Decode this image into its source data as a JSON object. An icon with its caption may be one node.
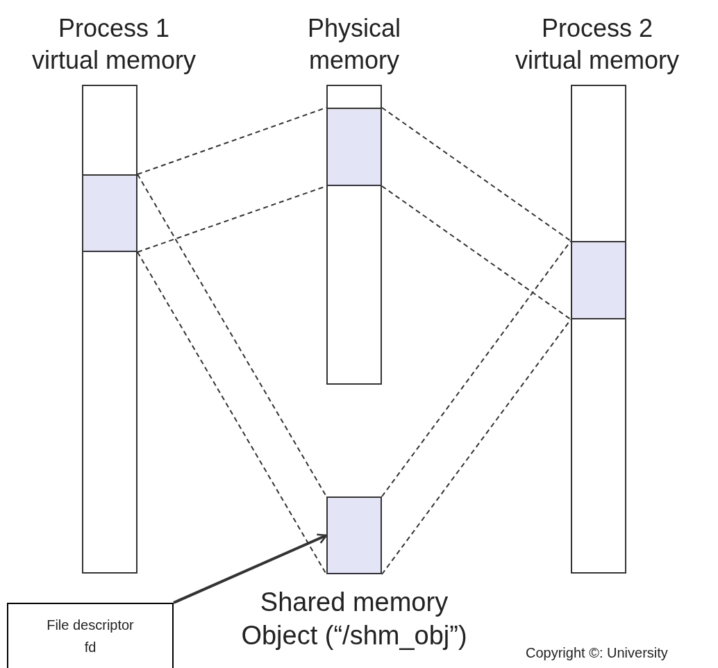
{
  "diagram": {
    "nodes": [
      {
        "text": [
          "Process 1 virtual memory"
        ]
      },
      {
        "text": [],
        "shape": "box",
        "in": 0
      },
      {
        "text": [
          "Physical memory"
        ]
      },
      {
        "text": [],
        "shape": "box",
        "in": 2
      },
      {
        "text": [
          "Process 2 virtual memory"
        ]
      },
      {
        "text": [],
        "shape": "box",
        "in": 4
      },
      {
        "text": [
          "Shared memory Object (“/shm_obj”)"
        ]
      },
      {
        "text": [
          "File descriptor fd"
        ]
      }
    ],
    "edges": [
      {
        "from": 1,
        "to": 3,
        "arrow": "none",
        "style": "dashed"
      },
      {
        "from": 1,
        "to": 3,
        "arrow": "none",
        "style": "dashed"
      },
      {
        "from": 1,
        "to": 6,
        "arrow": "none",
        "style": "dashed"
      },
      {
        "from": 1,
        "to": 6,
        "arrow": "none",
        "style": "dashed"
      },
      {
        "from": 3,
        "to": 5,
        "arrow": "none",
        "style": "dashed"
      },
      {
        "from": 3,
        "to": 5,
        "arrow": "none",
        "style": "dashed"
      },
      {
        "from": 6,
        "to": 5,
        "arrow": "none",
        "style": "dashed"
      },
      {
        "from": 6,
        "to": 5,
        "arrow": "none",
        "style": "dashed"
      },
      {
        "from": 7,
        "to": 6,
        "arrow": "to",
        "style": "thick"
      }
    ],
    "labels": [
      "Copyright ©: University"
    ]
  }
}
